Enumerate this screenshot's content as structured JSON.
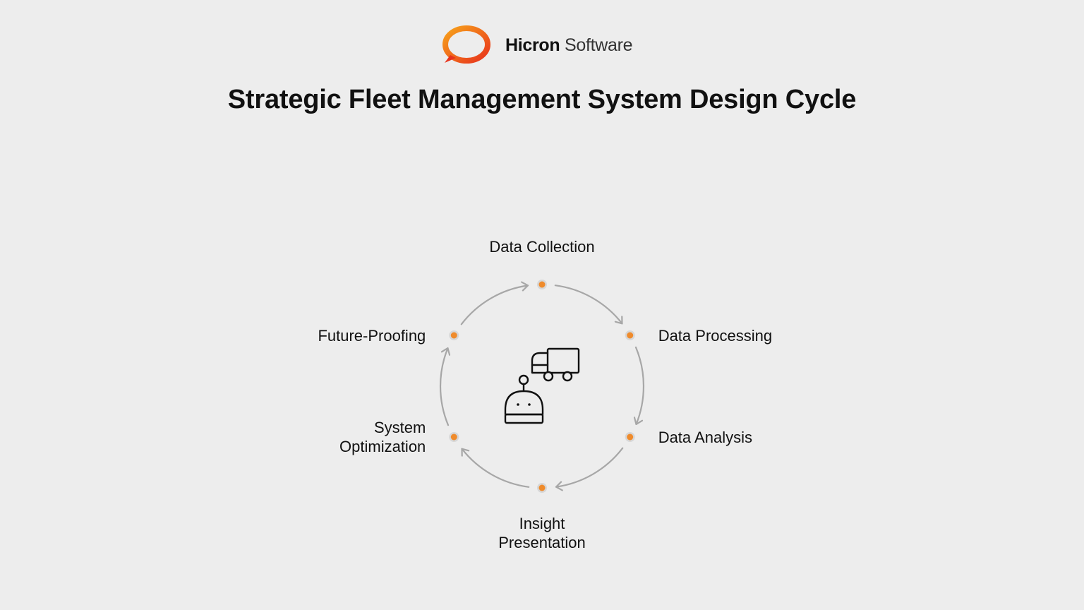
{
  "brand": {
    "name_bold": "Hicron",
    "name_light": "Software",
    "logo_icon": "speech-ring-logo",
    "logo_colors": [
      "#f7a21b",
      "#e8331c"
    ]
  },
  "title": "Strategic Fleet Management System Design Cycle",
  "center_icons": [
    "truck-icon",
    "robot-icon"
  ],
  "colors": {
    "node_dot": "#ef8b2c",
    "node_halo": "#d7d7d7",
    "arrow": "#a7a7a7",
    "text": "#111111"
  },
  "cycle": {
    "steps": [
      {
        "label": [
          "Data Collection"
        ]
      },
      {
        "label": [
          "Data Processing"
        ]
      },
      {
        "label": [
          "Data Analysis"
        ]
      },
      {
        "label": [
          "Insight",
          "Presentation"
        ]
      },
      {
        "label": [
          "System",
          "Optimization"
        ]
      },
      {
        "label": [
          "Future-Proofing"
        ]
      }
    ]
  }
}
